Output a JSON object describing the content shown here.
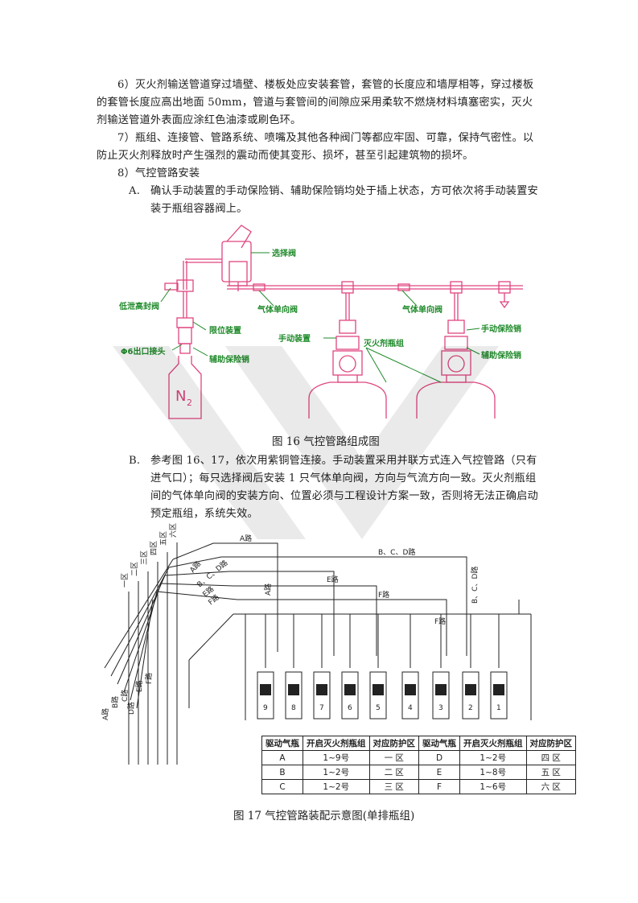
{
  "paragraphs": {
    "p6": "6）灭火剂输送管道穿过墙壁、楼板处应安装套管，套管的长度应和墙厚相等，穿过楼板的套管长度应高出地面 50mm，管道与套管间的间隙应采用柔软不燃烧材料填塞密实，灭火剂输送管道外表面应涂红色油漆或刷色环。",
    "p7": "7）瓶组、连接管、管路系统、喷嘴及其他各种阀门等都应牢固、可靠，保持气密性。以防止灭火剂释放时产生强烈的震动而使其变形、损坏，甚至引起建筑物的损坏。",
    "p8": "8）气控管路安装",
    "pA_label": "A.",
    "pA": "确认手动装置的手动保险销、辅助保险销均处于插上状态，方可依次将手动装置安装于瓶组容器阀上。",
    "pB_label": "B.",
    "pB": "参考图 16、17，依次用紫铜管连接。手动装置采用并联方式连入气控管路（只有进气口）；每只选择阀后安装 1 只气体单向阀，方向与气流方向一致。灭火剂瓶组间的气体单向阀的安装方向、位置必须与工程设计方案一致，否则将无法正确启动预定瓶组，系统失效。"
  },
  "fig16": {
    "caption": "图 16 气控管路组成图",
    "labels": {
      "selector_valve": "选择阀",
      "low_pressure_seal": "低泄高封阀",
      "check_valve_1": "气体单向阀",
      "check_valve_2": "气体单向阀",
      "limit_device": "限位装置",
      "outlet_joint": "Φ6出口接头",
      "aux_pin_1": "辅助保险销",
      "manual_device": "手动装置",
      "agent_cylinders": "灭火剂瓶组",
      "manual_pin": "手动保险销",
      "aux_pin_2": "辅助保险销",
      "n2": "N",
      "n2_sub": "2"
    }
  },
  "fig17": {
    "caption": "图 17 气控管路装配示意图(单排瓶组)",
    "zones": [
      "一区",
      "二区",
      "三区",
      "四区",
      "五区",
      "六区"
    ],
    "routes": {
      "a": "A路",
      "bcd": "B、C、D路",
      "e": "E路",
      "f": "F路",
      "a_vert": "A路",
      "bcd_vert": "B、C、D路",
      "f_vert": "F路",
      "left_a": "A路",
      "left_b": "B路",
      "left_c": "C路",
      "left_d": "D路",
      "left_e": "E路",
      "left_f": "F路",
      "left_top_a": "A路",
      "left_top_bcd": "B、C、D路",
      "left_top_e": "E路",
      "left_top_f": "F路"
    },
    "cylinder_numbers": [
      "9",
      "8",
      "7",
      "6",
      "5",
      "4",
      "3",
      "2",
      "1"
    ],
    "table": {
      "headers": [
        "驱动气瓶",
        "开启灭火剂瓶组",
        "对应防护区",
        "驱动气瓶",
        "开启灭火剂瓶组",
        "对应防护区"
      ],
      "rows": [
        [
          "A",
          "1~9号",
          "一 区",
          "D",
          "1~2号",
          "四 区"
        ],
        [
          "B",
          "1~2号",
          "二 区",
          "E",
          "1~8号",
          "五 区"
        ],
        [
          "C",
          "1~2号",
          "三 区",
          "F",
          "1~6号",
          "六 区"
        ]
      ]
    }
  },
  "colors": {
    "pipe": "#e0457f",
    "label_green": "#1f8a2a",
    "ink": "#222222"
  }
}
